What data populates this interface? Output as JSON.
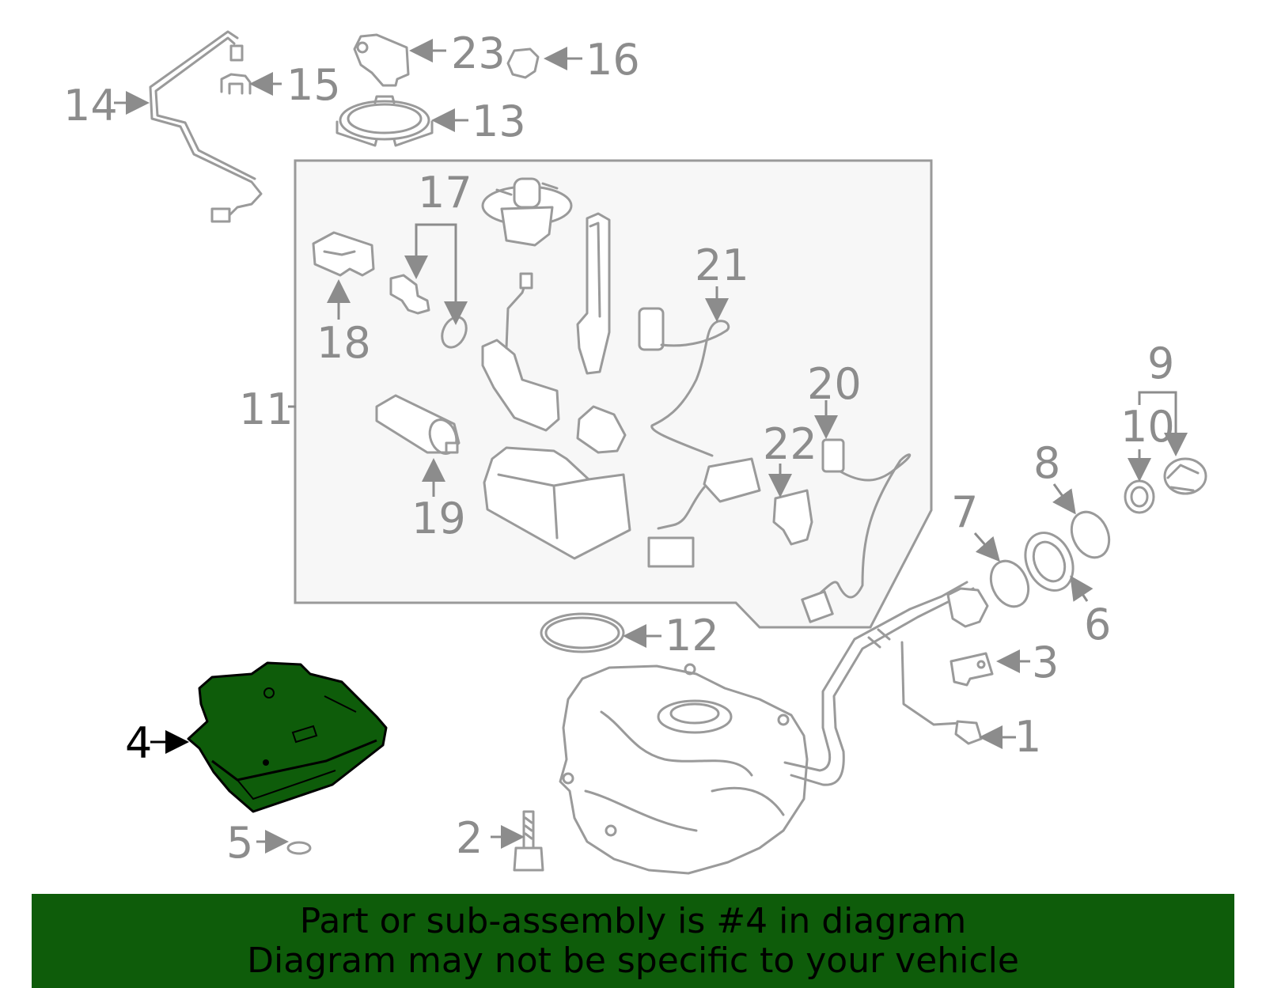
{
  "diagram": {
    "callouts": [
      "1",
      "2",
      "3",
      "4",
      "5",
      "6",
      "7",
      "8",
      "9",
      "10",
      "11",
      "12",
      "13",
      "14",
      "15",
      "16",
      "17",
      "18",
      "19",
      "20",
      "21",
      "22",
      "23"
    ],
    "highlighted_part": "4",
    "highlight_color": "#0e5c0a",
    "line_color": "#9a9a9a"
  },
  "banner": {
    "line1": "Part or sub-assembly is #4 in diagram",
    "line2": "Diagram may not be specific to your vehicle",
    "background": "#0e5c0a"
  }
}
